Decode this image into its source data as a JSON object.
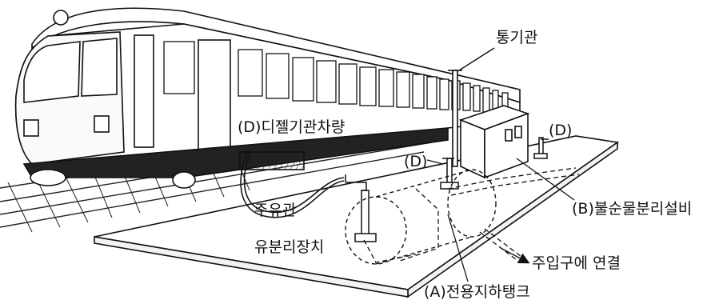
{
  "labels": {
    "vent_pipe": "통기관",
    "diesel_vehicle": "(D)디젤기관차량",
    "dispenser_right": "(D)",
    "dispenser_center": "(D)",
    "fuel_hose": "주유관",
    "oil_separator": "유분리장치",
    "oil_water_separator": "(B)불순물분리설비",
    "fill_inlet_connection": "주입구에 연결",
    "underground_tank": "(A)전용지하탱크"
  }
}
